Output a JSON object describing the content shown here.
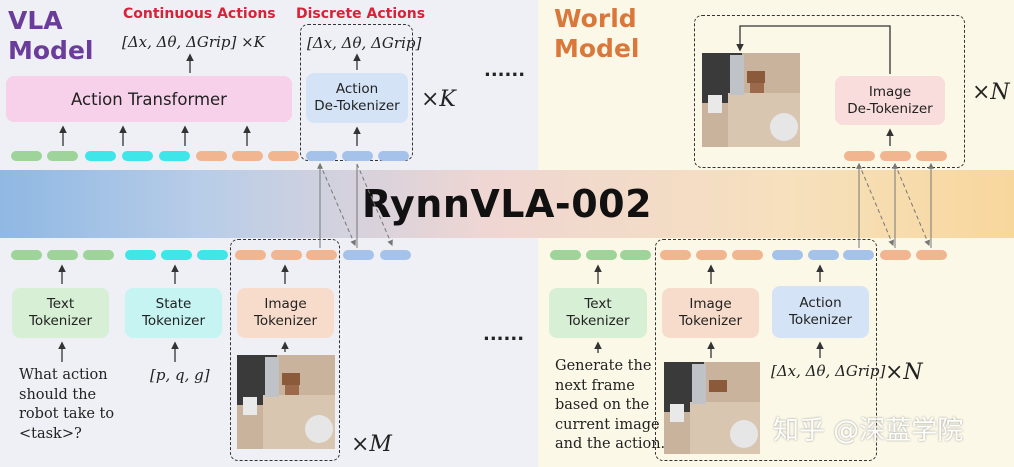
{
  "vla": {
    "title_line1": "VLA",
    "title_line2": "Model",
    "continuous_label": "Continuous Actions",
    "continuous_math": "[Δx, Δθ, ΔGrip] ×K",
    "discrete_label": "Discrete Actions",
    "discrete_math": "[Δx, Δθ, ΔGrip]",
    "action_transformer": "Action Transformer",
    "action_detok_line1": "Action",
    "action_detok_line2": "De-Tokenizer",
    "times_k": "×K",
    "text_tok_line1": "Text",
    "text_tok_line2": "Tokenizer",
    "state_tok_line1": "State",
    "state_tok_line2": "Tokenizer",
    "image_tok_line1": "Image",
    "image_tok_line2": "Tokenizer",
    "question_lines": [
      "What action",
      "should the",
      "robot take to",
      "<task>?"
    ],
    "state_input": "[p, q, g]",
    "times_m": "×M"
  },
  "world": {
    "title_line1": "World",
    "title_line2": "Model",
    "image_detok_line1": "Image",
    "image_detok_line2": "De-Tokenizer",
    "times_n_top": "×N",
    "text_tok_line1": "Text",
    "text_tok_line2": "Tokenizer",
    "image_tok_line1": "Image",
    "image_tok_line2": "Tokenizer",
    "action_tok_line1": "Action",
    "action_tok_line2": "Tokenizer",
    "prompt_lines": [
      "Generate the",
      "next frame",
      "based on the",
      "current image",
      "and the action."
    ],
    "action_input": "[Δx, Δθ, ΔGrip]",
    "times_n_bottom": "×N"
  },
  "center": {
    "title": "RynnVLA-002",
    "dots_top": "......",
    "dots_bottom": "......"
  },
  "watermark": "知乎 @深蓝学院",
  "colors": {
    "vla_title": "#6a3d9a",
    "world_title": "#d9783a",
    "red_label": "#d9223a",
    "token_green": "#9ed49a",
    "token_cyan": "#3ee6ea",
    "token_orange": "#f1b58f",
    "token_blue": "#a5c3ea"
  },
  "icons": [
    "robot-scene-image",
    "arrow-up-icon",
    "dashed-arrow-icon"
  ]
}
